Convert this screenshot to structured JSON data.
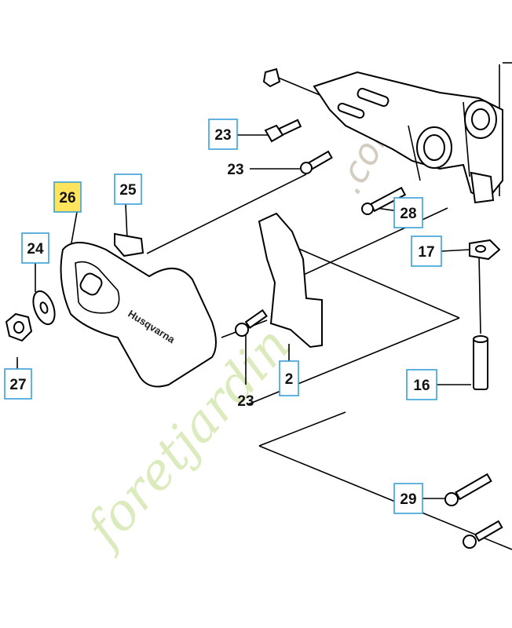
{
  "diagram": {
    "callouts": {
      "p26": "26",
      "p25": "25",
      "p24": "24",
      "p27": "27",
      "p23a": "23",
      "p23b": "23",
      "p23c": "23",
      "p28": "28",
      "p17": "17",
      "p2": "2",
      "p16": "16",
      "p29": "29"
    },
    "highlighted_part": "26",
    "brand_on_cover": "Husqvarna",
    "watermark": {
      "word": "foretjardin",
      "suffix": ".com"
    },
    "colors": {
      "callout_border": "#3aa0d8",
      "highlight_fill": "#ffe45c",
      "watermark_green": "#d7e8b2",
      "watermark_grey": "#c9c0b1"
    }
  }
}
